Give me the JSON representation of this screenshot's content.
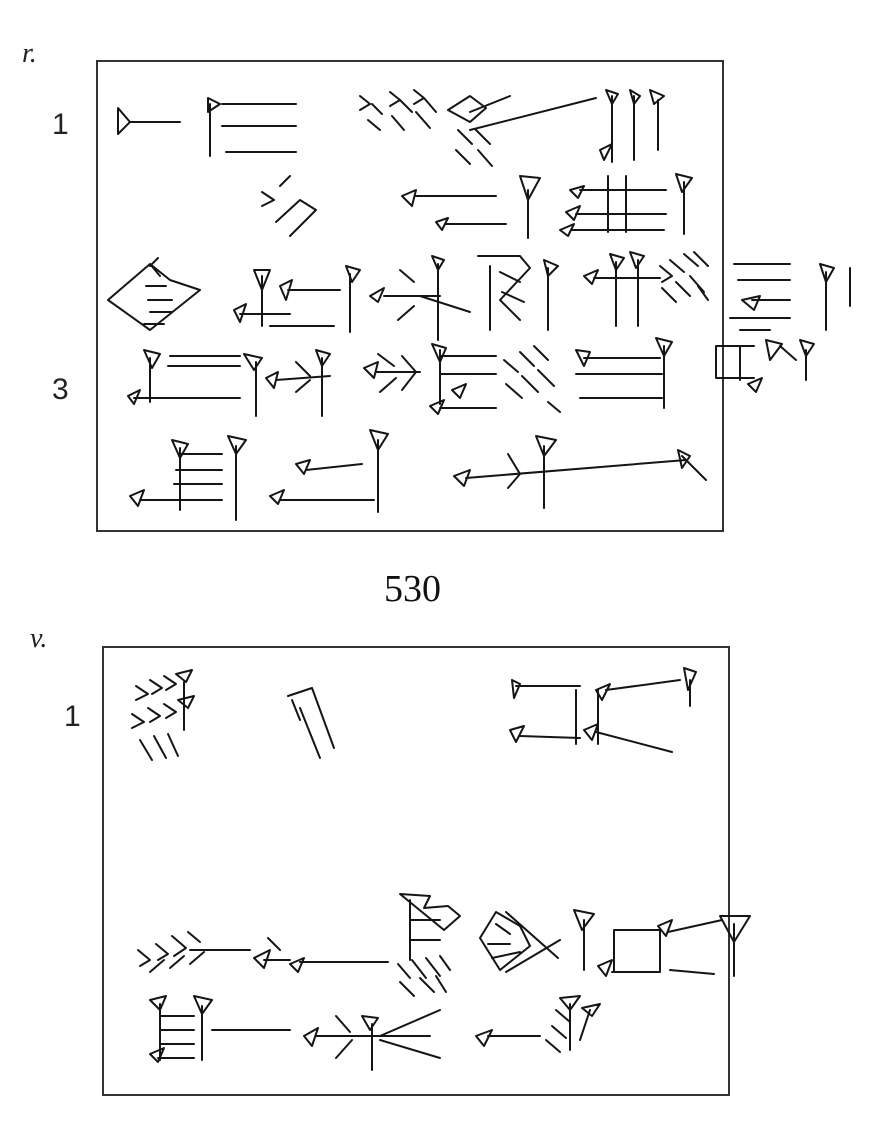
{
  "obverse": {
    "side_label": "r.",
    "line_numbers": [
      "1",
      "3"
    ]
  },
  "tablet_number": "530",
  "reverse": {
    "side_label": "v.",
    "line_numbers": [
      "1"
    ]
  }
}
